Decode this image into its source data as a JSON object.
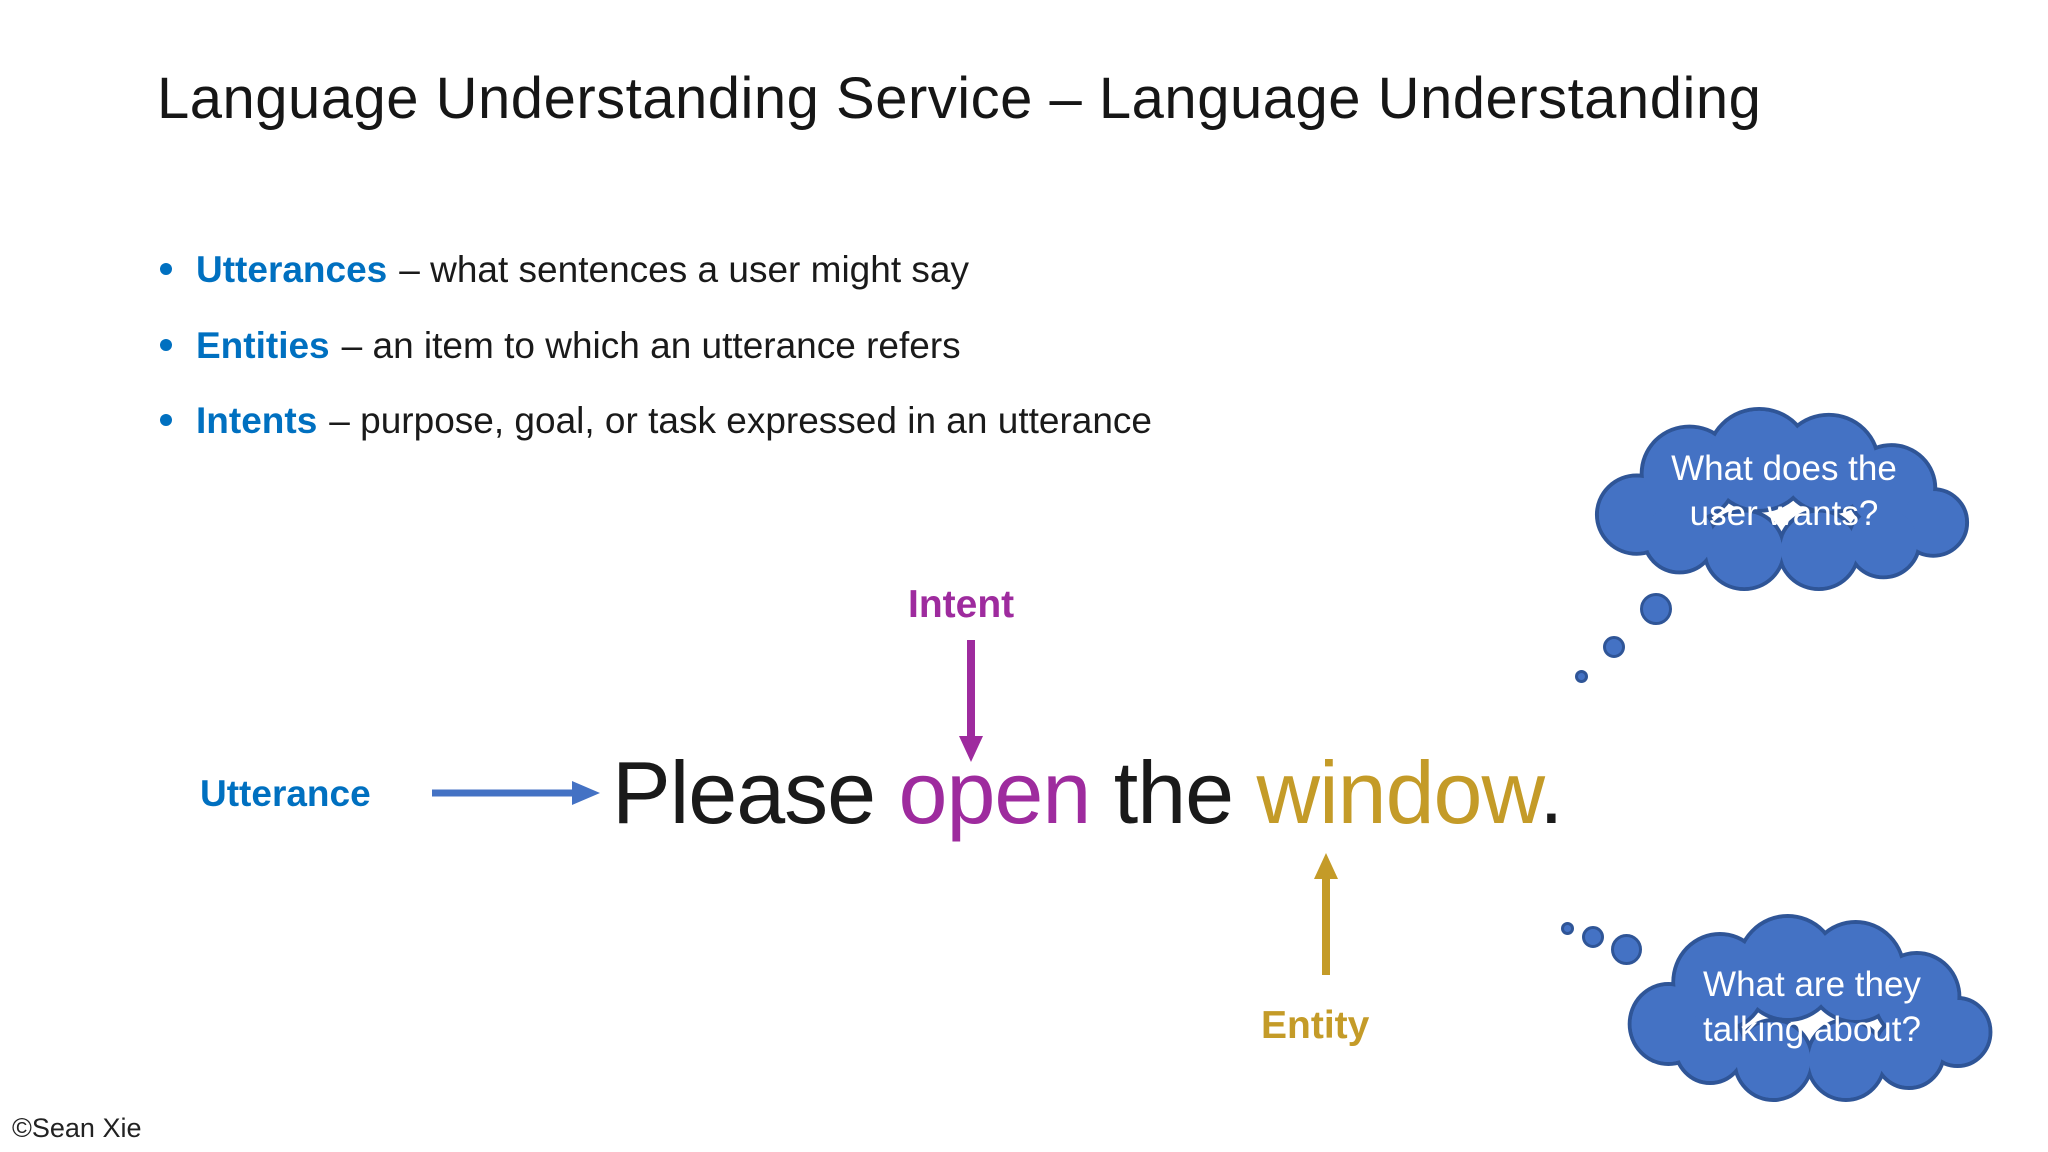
{
  "slide": {
    "title": "Language Understanding Service – Language Understanding",
    "copyright": "©Sean Xie"
  },
  "bullets": [
    {
      "term": "Utterances",
      "rest": "– what sentences a user might say"
    },
    {
      "term": "Entities",
      "rest": "– an item to which an utterance refers"
    },
    {
      "term": "Intents",
      "rest": "– purpose, goal, or task expressed in an utterance"
    }
  ],
  "diagram": {
    "intent_label": "Intent",
    "utterance_label": "Utterance",
    "entity_label": "Entity",
    "sentence": {
      "part1": "Please ",
      "intent_word": "open",
      "part2": " the ",
      "entity_word": "window",
      "period": "."
    }
  },
  "thought_bubbles": [
    {
      "line1": "What does the",
      "line2": "user wants?"
    },
    {
      "line1": "What are they",
      "line2": "talking about?"
    }
  ],
  "colors": {
    "keyword_blue": "#0070C0",
    "arrow_blue": "#4472C4",
    "intent_purple": "#9E2B9E",
    "entity_gold": "#C49B28",
    "cloud_fill": "#4472C4",
    "cloud_stroke": "#2F5597",
    "text_black": "#1A1A1A",
    "background": "#FFFFFF"
  }
}
